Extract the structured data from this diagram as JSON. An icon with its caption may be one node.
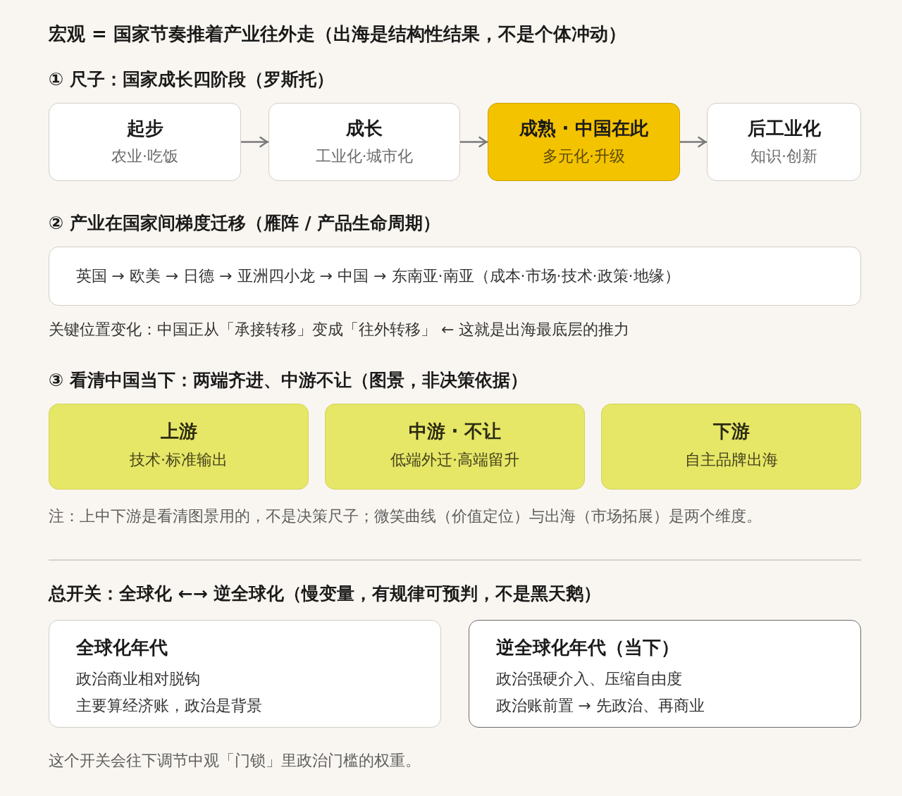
{
  "diagram": {
    "title": "宏观 = 国家节奏推着产业往外走（出海是结构性结果，不是个体冲动）",
    "nodes": [
      {
        "text": [
          "起步",
          "农业·吃饭"
        ]
      },
      {
        "text": [
          "成长",
          "工业化·城市化"
        ]
      },
      {
        "text": [
          "成熟 · 中国在此",
          "多元化·升级"
        ]
      },
      {
        "text": [
          "后工业化",
          "知识·创新"
        ]
      },
      {
        "text": [
          "英国 → 欧美 → 日德 → 亚洲四小龙 → 中国 → 东南亚·南亚（成本·市场·技术·政策·地缘）"
        ]
      },
      {
        "text": [
          "上游",
          "技术·标准输出"
        ]
      },
      {
        "text": [
          "中游 · 不让",
          "低端外迁·高端留升"
        ]
      },
      {
        "text": [
          "下游",
          "自主品牌出海"
        ]
      },
      {
        "text": [
          "全球化年代",
          "政治商业相对脱钩",
          "主要算经济账，政治是背景"
        ]
      },
      {
        "text": [
          "逆全球化年代（当下）",
          "政治强硬介入、压缩自由度",
          "政治账前置 → 先政治、再商业"
        ]
      }
    ],
    "edges": [
      {
        "from": 0,
        "to": 1,
        "arrow": "to"
      },
      {
        "from": 1,
        "to": 2,
        "arrow": "to"
      },
      {
        "from": 2,
        "to": 3,
        "arrow": "to"
      }
    ],
    "labels": [
      "① 尺子：国家成长四阶段（罗斯托）",
      "② 产业在国家间梯度迁移（雁阵 / 产品生命周期）",
      "关键位置变化：中国正从「承接转移」变成「往外转移」 ← 这就是出海最底层的推力",
      "③ 看清中国当下：两端齐进、中游不让（图景，非决策依据）",
      "注：上中下游是看清图景用的，不是决策尺子；微笑曲线（价值定位）与出海（市场拓展）是两个维度。",
      "总开关：全球化 ←→ 逆全球化（慢变量，有规律可预判，不是黑天鹅）",
      "这个开关会往下调节中观「门锁」里政治门槛的权重。"
    ]
  }
}
